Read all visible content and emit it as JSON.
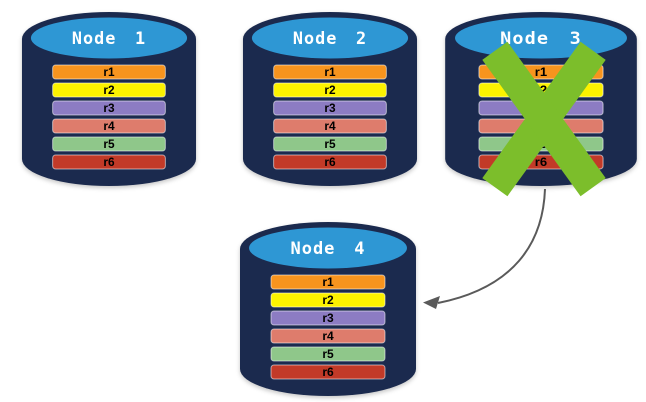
{
  "diagram": {
    "colors": {
      "cylinder_body": "#1B2A4E",
      "cylinder_top": "#2E97D4",
      "node_label": "#ffffff",
      "bar_label": "#000000"
    },
    "nodes": [
      {
        "label": "Node 1",
        "failed": false,
        "records": [
          {
            "label": "r1",
            "color": "#F7941E"
          },
          {
            "label": "r2",
            "color": "#FCF200"
          },
          {
            "label": "r3",
            "color": "#8C7CC3"
          },
          {
            "label": "r4",
            "color": "#DE7C6C"
          },
          {
            "label": "r5",
            "color": "#8FC78A"
          },
          {
            "label": "r6",
            "color": "#C23A28"
          }
        ]
      },
      {
        "label": "Node 2",
        "failed": false,
        "records": [
          {
            "label": "r1",
            "color": "#F7941E"
          },
          {
            "label": "r2",
            "color": "#FCF200"
          },
          {
            "label": "r3",
            "color": "#8C7CC3"
          },
          {
            "label": "r4",
            "color": "#DE7C6C"
          },
          {
            "label": "r5",
            "color": "#8FC78A"
          },
          {
            "label": "r6",
            "color": "#C23A28"
          }
        ]
      },
      {
        "label": "Node 3",
        "failed": true,
        "records": [
          {
            "label": "r1",
            "color": "#F7941E"
          },
          {
            "label": "r2",
            "color": "#FCF200"
          },
          {
            "label": "r3",
            "color": "#8C7CC3"
          },
          {
            "label": "r4",
            "color": "#DE7C6C"
          },
          {
            "label": "r5",
            "color": "#8FC78A"
          },
          {
            "label": "r6",
            "color": "#C23A28"
          }
        ]
      },
      {
        "label": "Node 4",
        "failed": false,
        "records": [
          {
            "label": "r1",
            "color": "#F7941E"
          },
          {
            "label": "r2",
            "color": "#FCF200"
          },
          {
            "label": "r3",
            "color": "#8C7CC3"
          },
          {
            "label": "r4",
            "color": "#DE7C6C"
          },
          {
            "label": "r5",
            "color": "#8FC78A"
          },
          {
            "label": "r6",
            "color": "#C23A28"
          }
        ]
      }
    ],
    "x_mark": {
      "icon": "x-mark-icon",
      "color": "#7CBE2B",
      "on_node": "Node 3"
    },
    "arrow": {
      "color": "#5A5A5A",
      "from": "Node 3",
      "to": "Node 4"
    }
  }
}
